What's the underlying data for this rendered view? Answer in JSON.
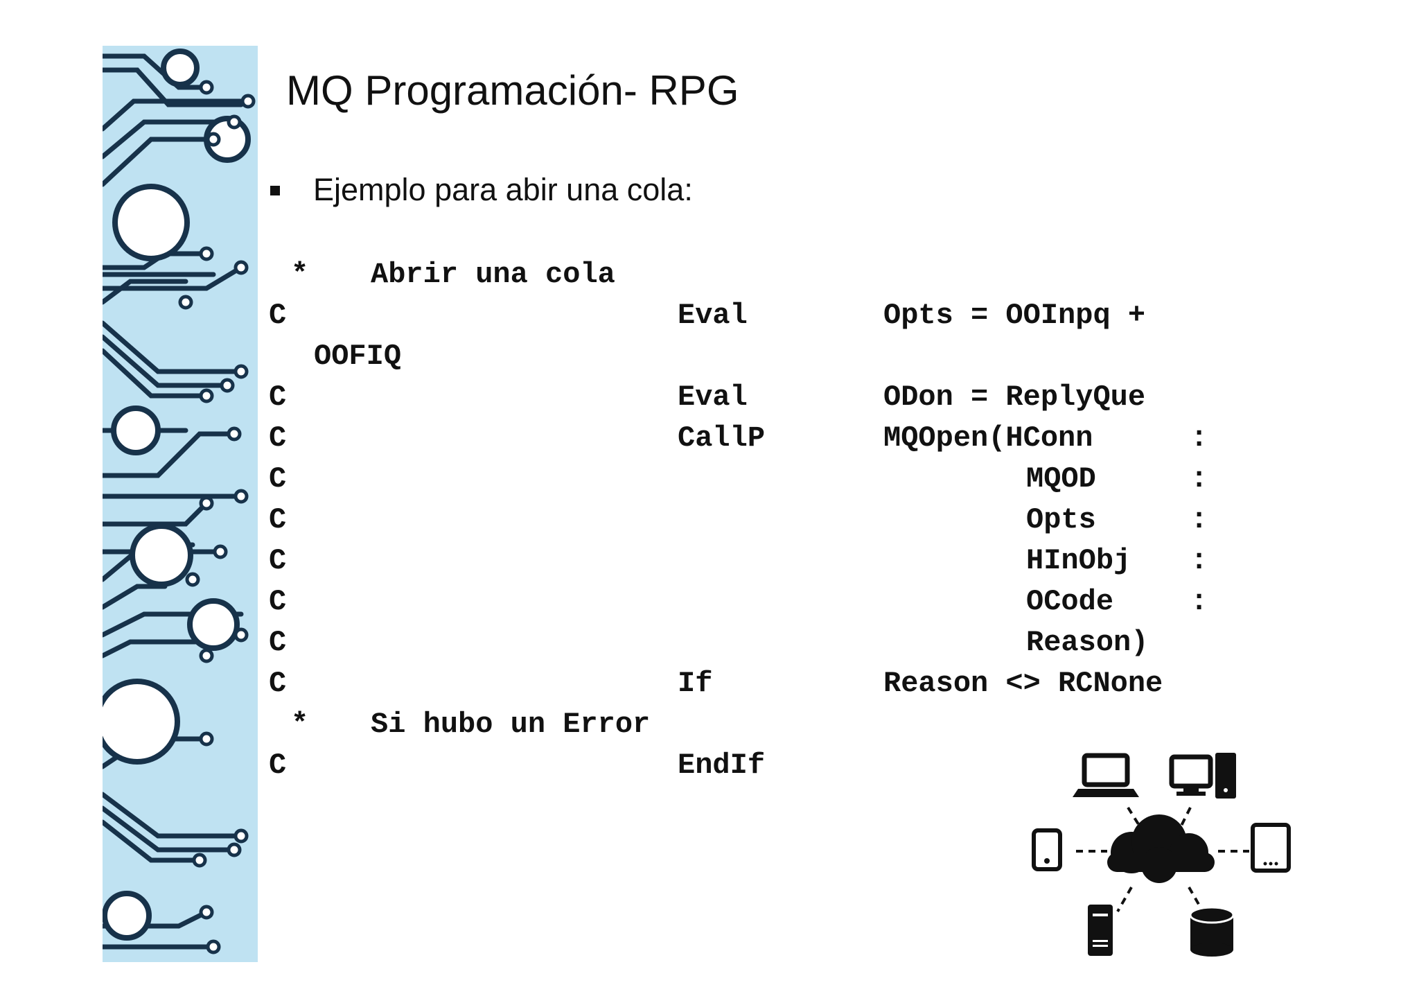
{
  "slide": {
    "title": "MQ Programación- RPG",
    "bullet": "Ejemplo para abir una cola:"
  },
  "code": {
    "lines": [
      {
        "c": "",
        "star": "*",
        "comment": "Abrir una cola",
        "op": "",
        "args": "",
        "sep": ""
      },
      {
        "c": "C",
        "star": "",
        "comment": "",
        "op": "Eval",
        "args": "Opts = OOInpq +",
        "sep": ""
      },
      {
        "c": "",
        "star": "",
        "comment": "",
        "op": "",
        "args": "",
        "sep": "",
        "cont": "OOFIQ"
      },
      {
        "c": "C",
        "star": "",
        "comment": "",
        "op": "Eval",
        "args": "ODon = ReplyQue",
        "sep": ""
      },
      {
        "c": "C",
        "star": "",
        "comment": "",
        "op": "CallP",
        "args": "MQOpen(HConn",
        "sep": ":"
      },
      {
        "c": "C",
        "star": "",
        "comment": "",
        "op": "",
        "args": "MQOD",
        "sep": ":",
        "indent": true
      },
      {
        "c": "C",
        "star": "",
        "comment": "",
        "op": "",
        "args": "Opts",
        "sep": ":",
        "indent": true
      },
      {
        "c": "C",
        "star": "",
        "comment": "",
        "op": "",
        "args": "HInObj",
        "sep": ":",
        "indent": true
      },
      {
        "c": "C",
        "star": "",
        "comment": "",
        "op": "",
        "args": "OCode",
        "sep": ":",
        "indent": true
      },
      {
        "c": "C",
        "star": "",
        "comment": "",
        "op": "",
        "args": "Reason)",
        "sep": "",
        "indent": true
      },
      {
        "c": "C",
        "star": "",
        "comment": "",
        "op": "If",
        "args": "Reason <> RCNone",
        "sep": ""
      },
      {
        "c": "",
        "star": "*",
        "comment": "Si hubo un Error",
        "op": "",
        "args": "",
        "sep": ""
      },
      {
        "c": "C",
        "star": "",
        "comment": "",
        "op": "EndIf",
        "args": "",
        "sep": ""
      }
    ]
  },
  "decor": {
    "sidebar_color": "#bfe2f2",
    "sidebar_icon": "circuit-board-pattern",
    "network_icons": [
      "laptop-icon",
      "desktop-icon",
      "tablet-icon",
      "cloud-icon",
      "tablet-landscape-icon",
      "server-icon",
      "database-icon"
    ]
  }
}
